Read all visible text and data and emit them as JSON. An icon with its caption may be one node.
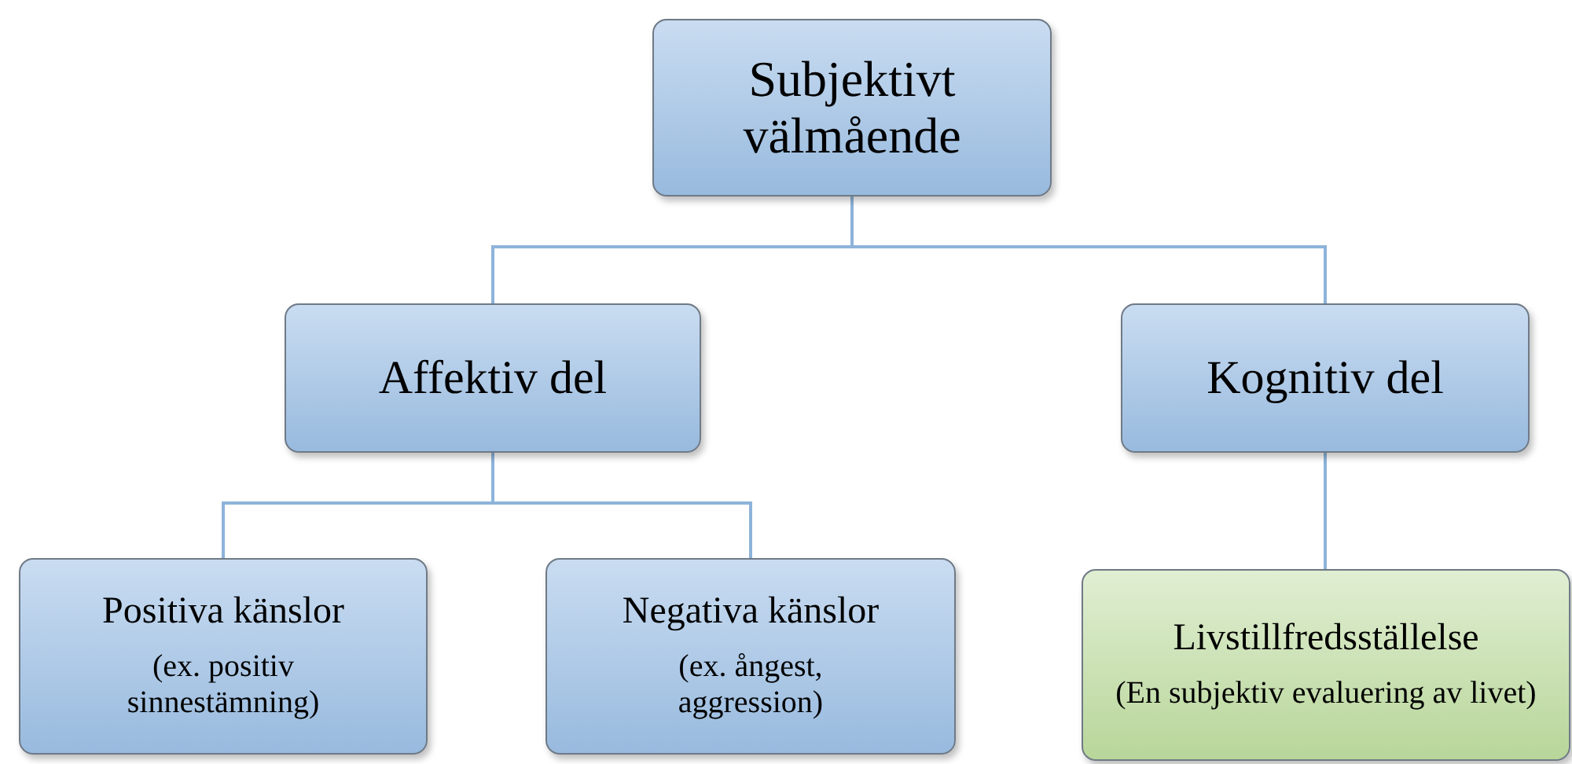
{
  "diagram": {
    "nodes": [
      {
        "text": [
          "Subjektivt välmående"
        ]
      },
      {
        "text": [
          "Affektiv del"
        ]
      },
      {
        "text": [
          "Kognitiv del"
        ]
      },
      {
        "text": [
          "Positiva känslor",
          "(ex. positiv sinnestämning)"
        ]
      },
      {
        "text": [
          "Negativa känslor",
          "(ex. ångest, aggression)"
        ]
      },
      {
        "text": [
          "Livstillfredsställelse",
          "(En subjektiv evaluering av livet)"
        ]
      }
    ],
    "edges": [
      {
        "from": 0,
        "to": 1,
        "arrow": "none"
      },
      {
        "from": 0,
        "to": 2,
        "arrow": "none"
      },
      {
        "from": 1,
        "to": 3,
        "arrow": "none"
      },
      {
        "from": 1,
        "to": 4,
        "arrow": "none"
      },
      {
        "from": 2,
        "to": 5,
        "arrow": "none"
      }
    ]
  }
}
